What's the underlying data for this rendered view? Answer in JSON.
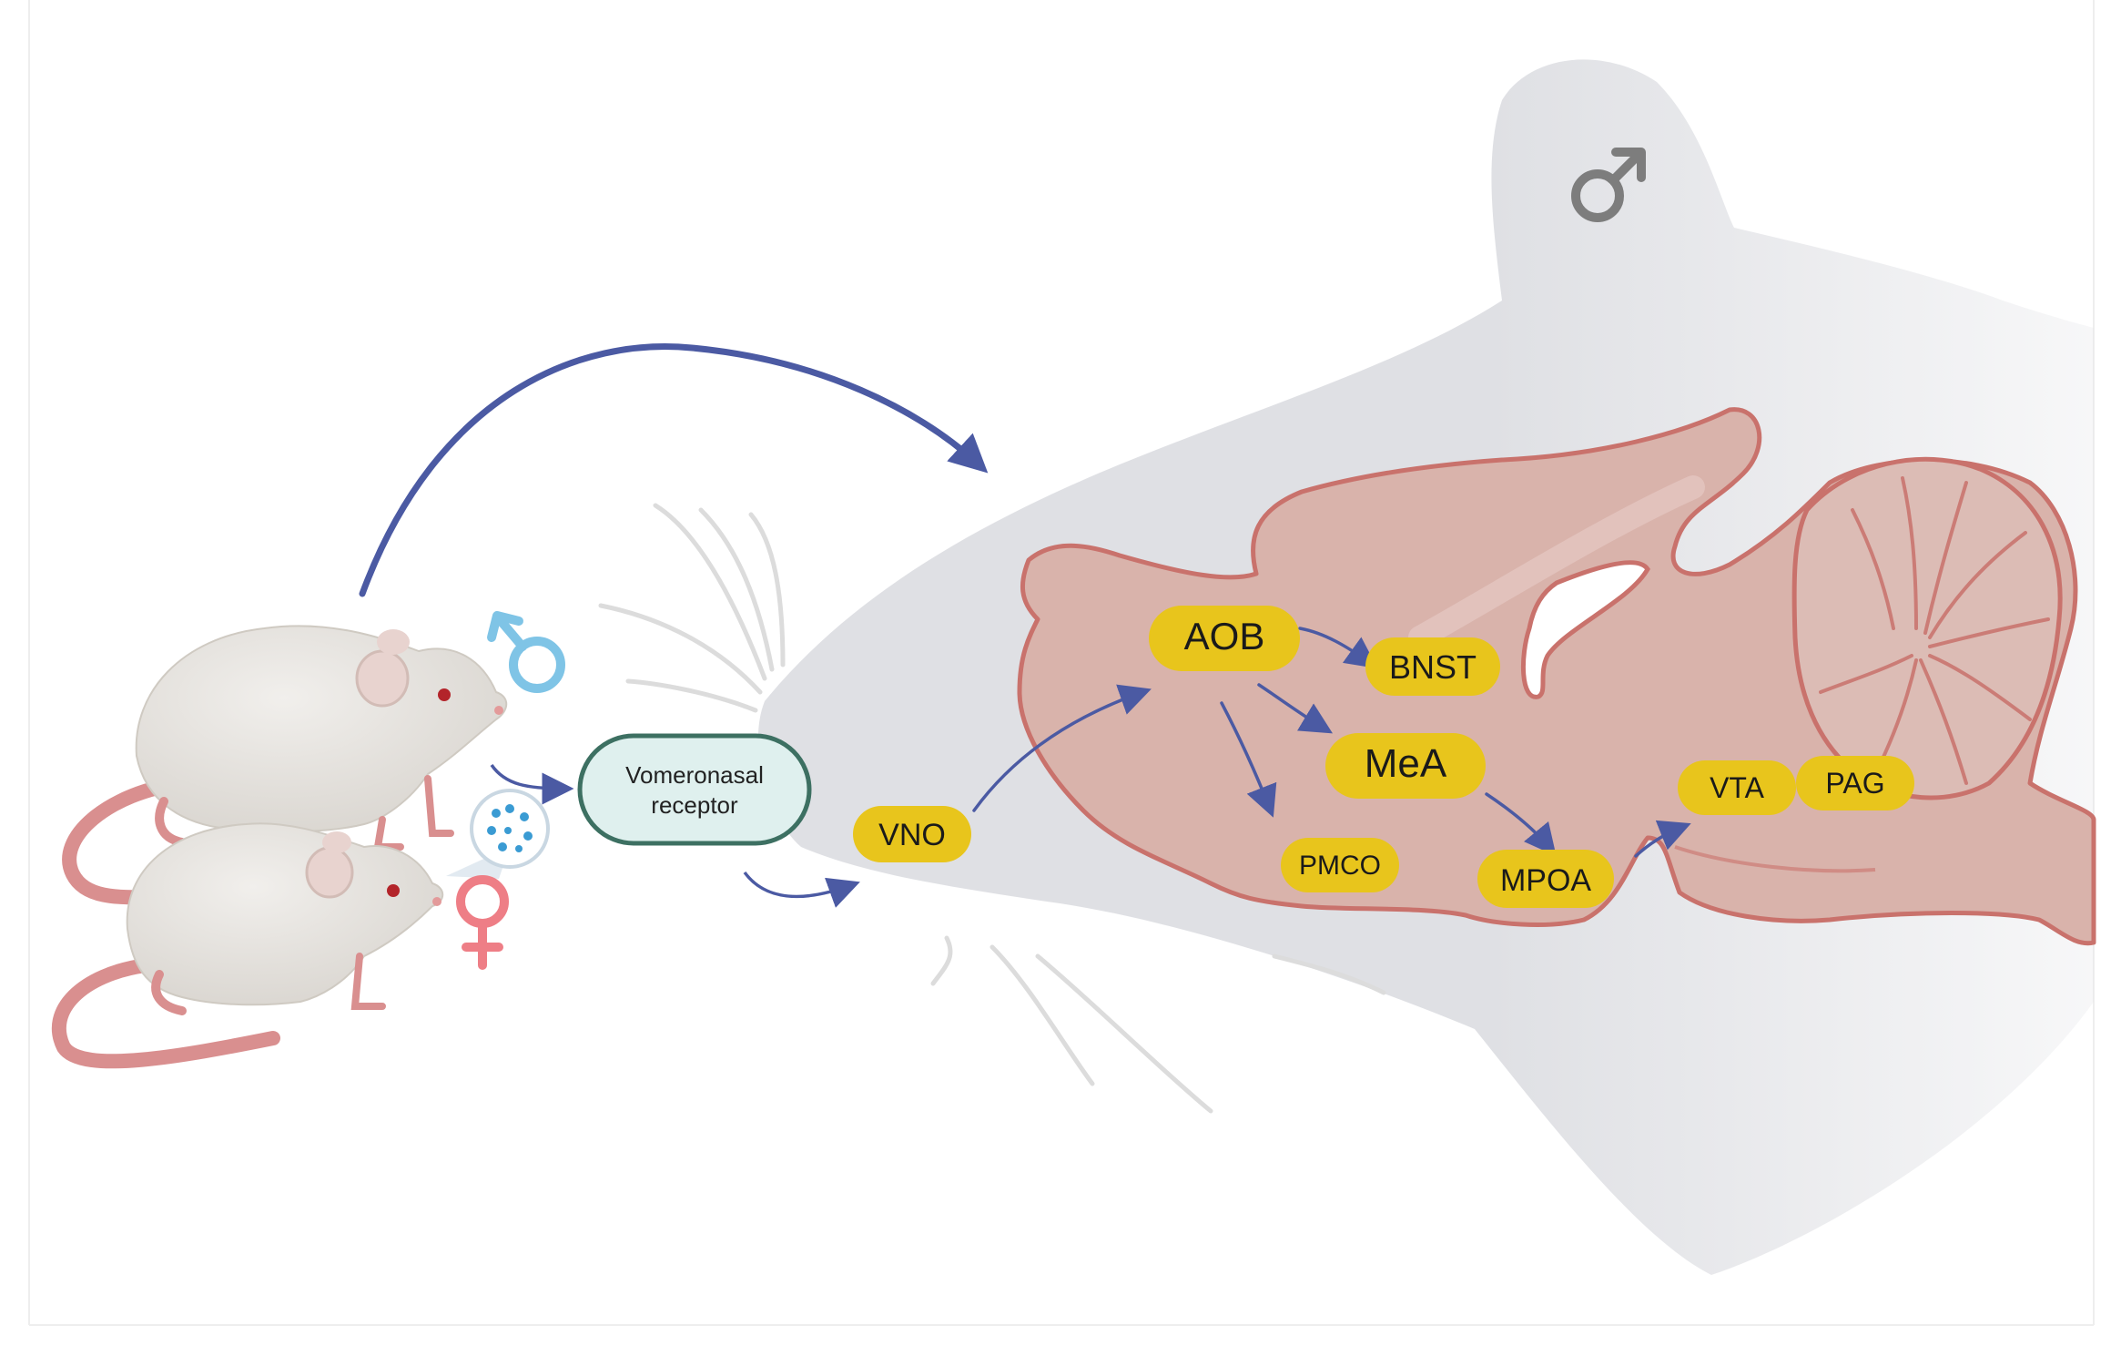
{
  "colors": {
    "background": "#ffffff",
    "head_silhouette": "#dfe0e4",
    "brain_fill": "#d9b3ab",
    "brain_outline": "#c9726c",
    "region_label_bg": "#e8c51c",
    "arrow": "#4b5aa3",
    "receptor_fill": "#dff0ee",
    "receptor_stroke": "#3d7062",
    "male_symbol_source": "#7fc4e6",
    "female_symbol": "#ee7e86",
    "male_symbol_head": "#7d7d7d",
    "mouse_body": "#e6e3de",
    "mouse_tail": "#d98f8f",
    "pheromone_dots": "#3a9bd3"
  },
  "icons": {
    "source_male": "male-symbol-icon",
    "source_female": "female-symbol-icon",
    "receiver_male": "male-symbol-icon",
    "pheromone": "pheromone-bubble-icon",
    "mice": "mouse-icon"
  },
  "receptor": {
    "line1": "Vomeronasal",
    "line2": "receptor"
  },
  "regions": {
    "vno": "VNO",
    "aob": "AOB",
    "bnst": "BNST",
    "mea": "MeA",
    "pmco": "PMCO",
    "mpoa": "MPOA",
    "vta": "VTA",
    "pag": "PAG"
  }
}
